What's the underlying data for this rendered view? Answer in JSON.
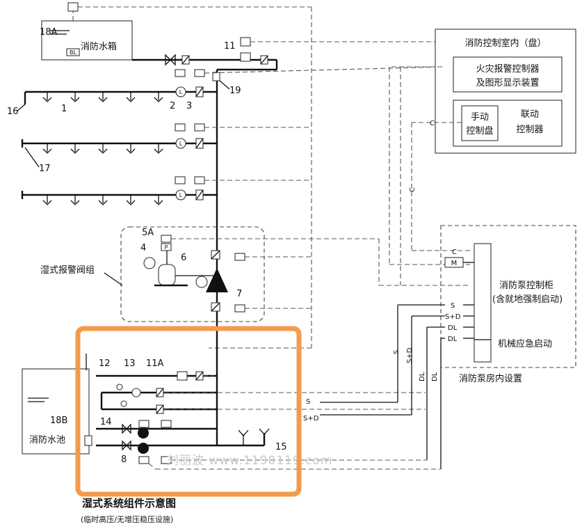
{
  "labels": {
    "water_tank": "消防水箱",
    "pool": "消防水池",
    "alarm_group": "湿式报警阀组",
    "control_room_title": "消防控制室内（盘）",
    "fire_alarm_line1": "火灾报警控制器",
    "fire_alarm_line2": "及图形显示装置",
    "manual_line1": "手动",
    "manual_line2": "控制盘",
    "linkage_line1": "联动",
    "linkage_line2": "控制器",
    "pump_cabinet_line1": "消防泵控制柜",
    "pump_cabinet_line2": "(含就地强制启动)",
    "emergency_start": "机械应急启动",
    "pump_room": "消防泵房内设置",
    "caption_title": "湿式系统组件示意图",
    "caption_sub": "(临时高压/无增压稳压设施)",
    "watermark": "刘丽波 www.1190119.com"
  },
  "numbers": {
    "n1": "1",
    "n2": "2",
    "n3": "3",
    "n4": "4",
    "n5a": "5A",
    "n6": "6",
    "n7": "7",
    "n8": "8",
    "n11": "11",
    "n11a": "11A",
    "n12": "12",
    "n13": "13",
    "n14": "14",
    "n15": "15",
    "n16": "16",
    "n17": "17",
    "n18a": "18A",
    "n18b": "18B",
    "n19": "19"
  },
  "signals": {
    "c": "C",
    "m": "M",
    "s": "S",
    "sd": "S+D",
    "dl": "DL",
    "l": "L",
    "p": "P",
    "bl": "BL"
  },
  "highlight_color": "#f39b4b"
}
